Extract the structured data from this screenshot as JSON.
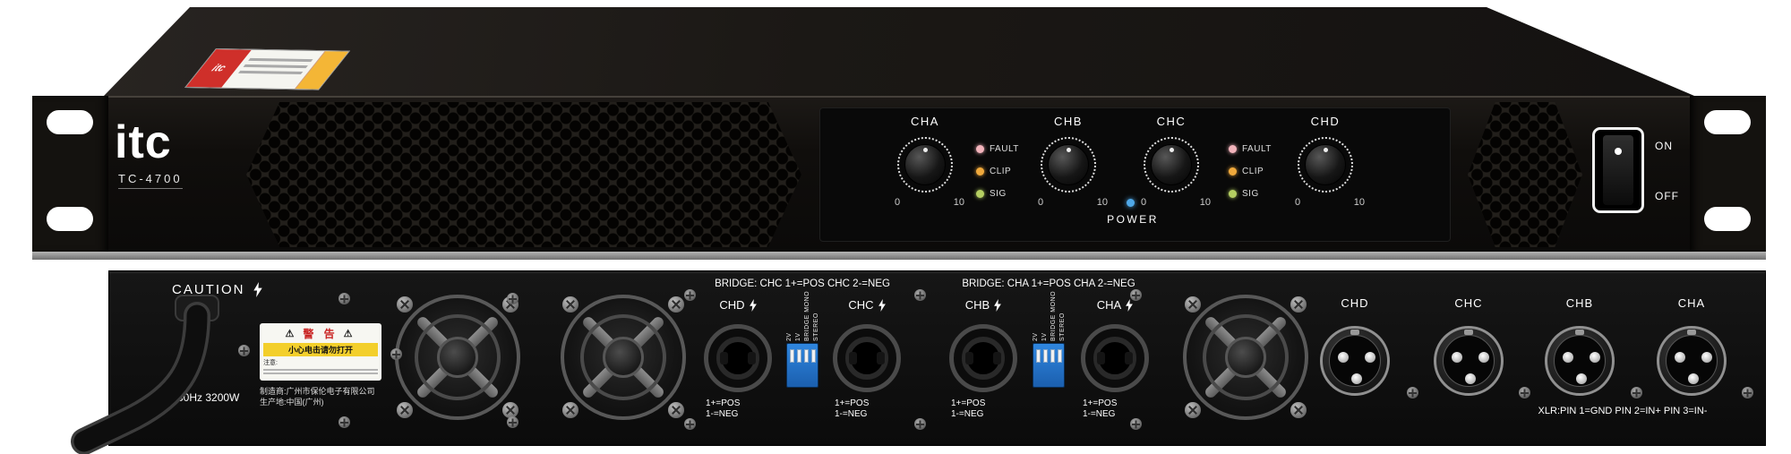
{
  "device": {
    "brand": "itc",
    "model": "TC-4700"
  },
  "front": {
    "channels": [
      "CHA",
      "CHB",
      "CHC",
      "CHD"
    ],
    "knob_scale": {
      "min": "0",
      "max": "10"
    },
    "leds": {
      "fault": "FAULT",
      "clip": "CLIP",
      "sig": "SIG"
    },
    "power_label": "POWER",
    "power_switch": {
      "on": "ON",
      "off": "OFF"
    },
    "colors": {
      "fault_led": "#f2b3bb",
      "clip_led": "#f0a93c",
      "sig_led": "#b5cf62",
      "power_led": "#4fa8e8"
    }
  },
  "sticker": {
    "brand": "itc"
  },
  "rear": {
    "caution": "CAUTION",
    "power_rating": "50Hz 3200W",
    "warning_sticker": {
      "title": "警 告",
      "subtitle": "小心电击请勿打开",
      "note": "注意:"
    },
    "icons": {
      "warning_triangle": "⚠"
    },
    "maker": [
      "制造商:广州市保伦电子有限公司",
      "生产地:中国(广州)"
    ],
    "bridge_labels": [
      "BRIDGE: CHC 1+=POS  CHC 2-=NEG",
      "BRIDGE: CHA 1+=POS  CHA 2-=NEG"
    ],
    "speakon_channels": [
      "CHD",
      "CHC",
      "CHB",
      "CHA"
    ],
    "speakon_wiring": {
      "pos": "1+=POS",
      "neg": "1-=NEG"
    },
    "dip_labels": [
      "2V",
      "1V",
      "BRIDGE MONO",
      "STEREO"
    ],
    "xlr_channels": [
      "CHD",
      "CHC",
      "CHB",
      "CHA"
    ],
    "xlr_pinout": "XLR:PIN 1=GND PIN 2=IN+ PIN 3=IN-"
  }
}
